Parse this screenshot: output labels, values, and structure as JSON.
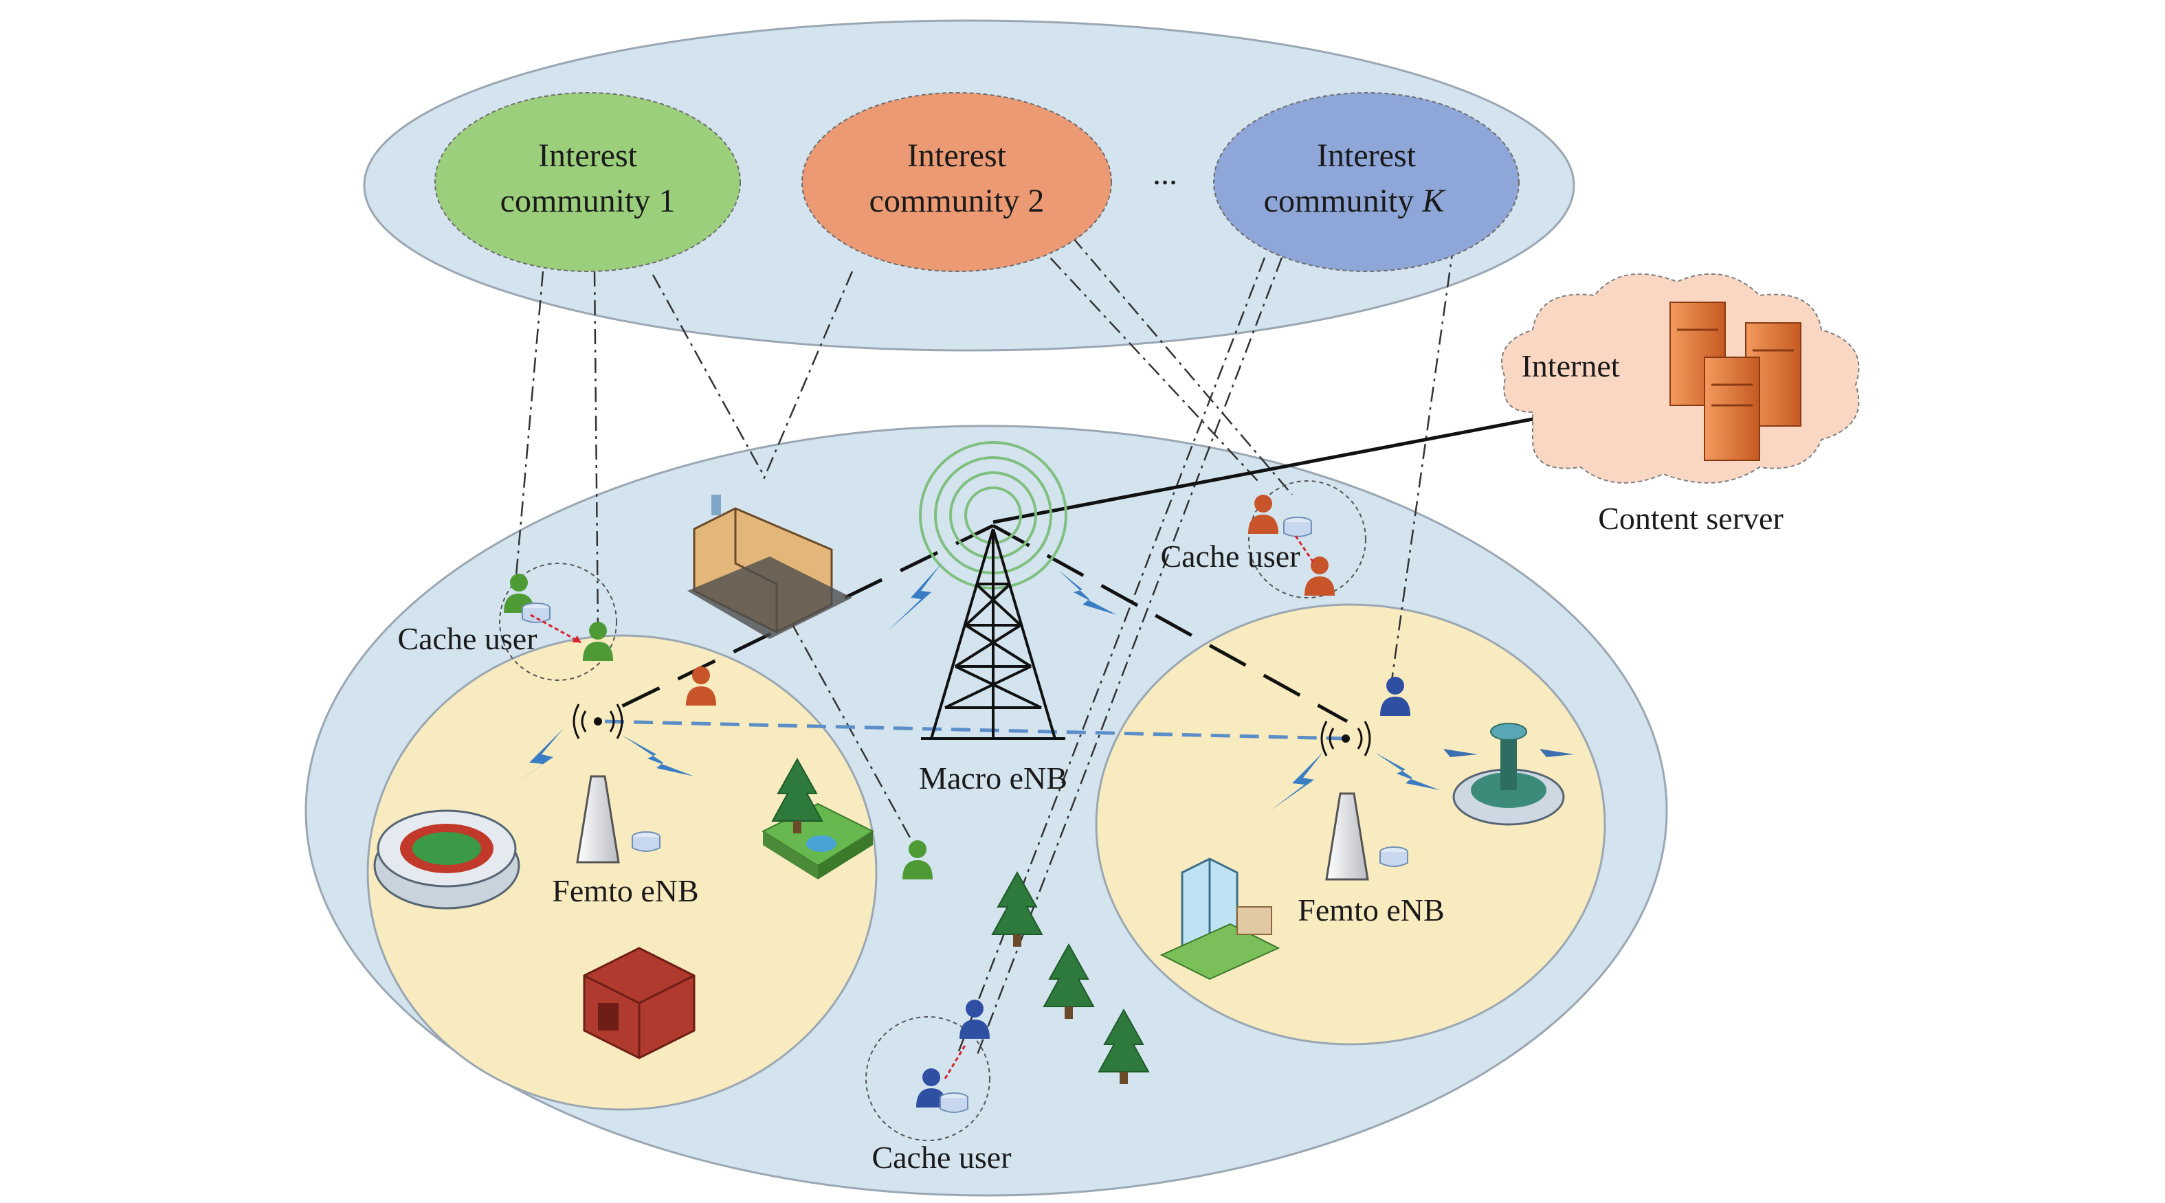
{
  "communities": [
    {
      "line1": "Interest",
      "line2": "community 1",
      "color": "#9ccf7c"
    },
    {
      "line1": "Interest",
      "line2": "community 2",
      "color": "#ec9a73"
    },
    {
      "line1": "Interest",
      "line2": "community ",
      "italic": "K",
      "color": "#8ea6d8"
    }
  ],
  "ellipsis": "...",
  "labels": {
    "internet": "Internet",
    "content_server": "Content server",
    "cache_user": "Cache user",
    "macro_enb": "Macro eNB",
    "femto_enb": "Femto eNB"
  },
  "colors": {
    "outer_ellipse": "#d4e4ef",
    "femto_area": "#f8ebbf",
    "cloud": "#fad7c3",
    "link_blue": "#5b8ec8",
    "lightning": "#3b7dc4",
    "user_green": "#4e9b36",
    "user_orange": "#c8542a",
    "user_blue": "#2f4fa3"
  }
}
